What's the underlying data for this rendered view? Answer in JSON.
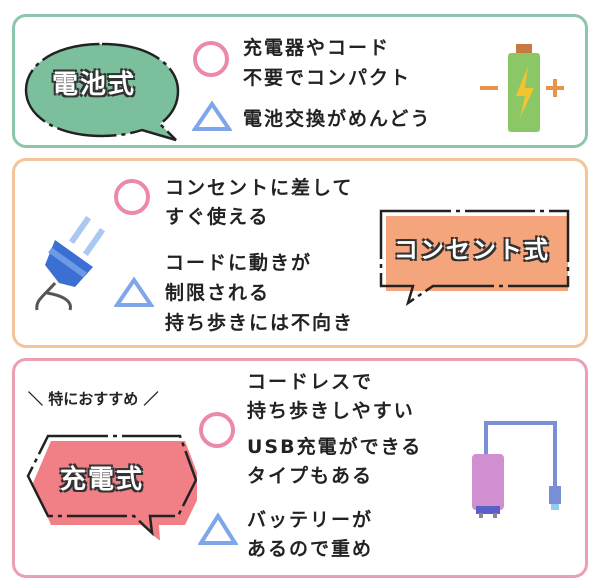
{
  "battery": {
    "label": "電池式",
    "pro": [
      "充電器やコード",
      "不要でコンパクト"
    ],
    "con": [
      "電池交換がめんどう"
    ],
    "color": "#7bbf9c"
  },
  "outlet": {
    "label": "コンセント式",
    "pro": [
      "コンセントに差して",
      "すぐ使える"
    ],
    "con": [
      "コードに動きが",
      "制限される",
      "持ち歩きには不向き"
    ],
    "color": "#f4a57c"
  },
  "rechargeable": {
    "recommend": "特におすすめ",
    "label": "充電式",
    "pro": [
      "コードレスで",
      "持ち歩きしやすい",
      "USB充電ができる",
      "タイプもある"
    ],
    "con": [
      "バッテリーが",
      "あるので重め"
    ],
    "color": "#f07f86"
  }
}
